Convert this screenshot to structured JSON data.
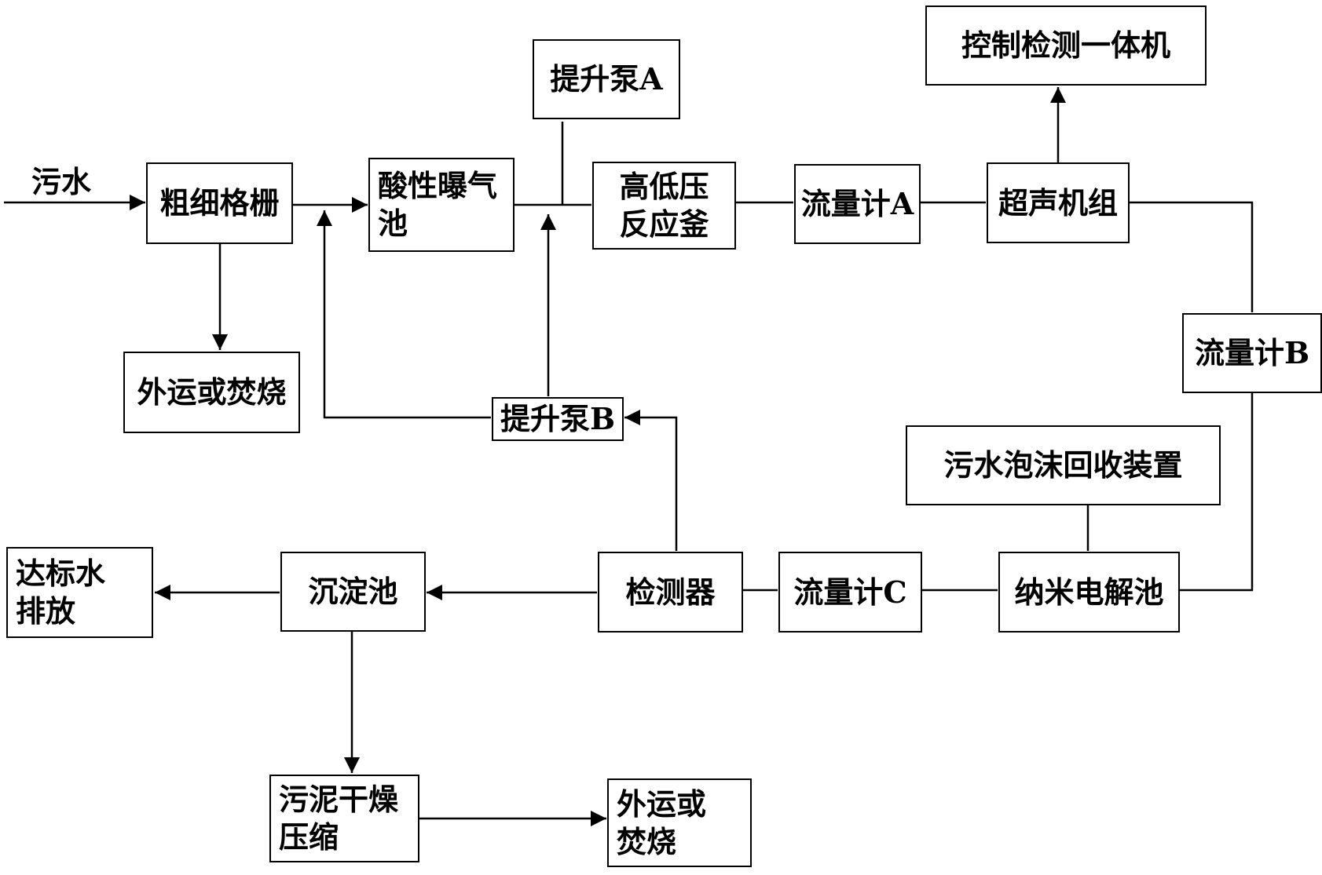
{
  "inlet_label": "污水",
  "nodes": {
    "coarse_fine_grid": "粗细格栅",
    "transport_or_incinerate_1": "外运或焚烧",
    "acid_aeration_tank": "酸性曝气池",
    "lift_pump_a": "提升泵A",
    "high_low_pressure_reactor": "高低压反应釜",
    "flowmeter_a": "流量计A",
    "ultrasonic_unit": "超声机组",
    "control_detection_machine": "控制检测一体机",
    "flowmeter_b": "流量计B",
    "foam_recovery_device": "污水泡沫回收装置",
    "nano_electrolysis_tank": "纳米电解池",
    "flowmeter_c": "流量计C",
    "detector": "检测器",
    "lift_pump_b": "提升泵B",
    "sedimentation_tank": "沉淀池",
    "discharge_standard_water": "达标水排放",
    "sludge_drying_compression": "污泥干燥压缩",
    "transport_or_incinerate_2": "外运或焚烧"
  }
}
